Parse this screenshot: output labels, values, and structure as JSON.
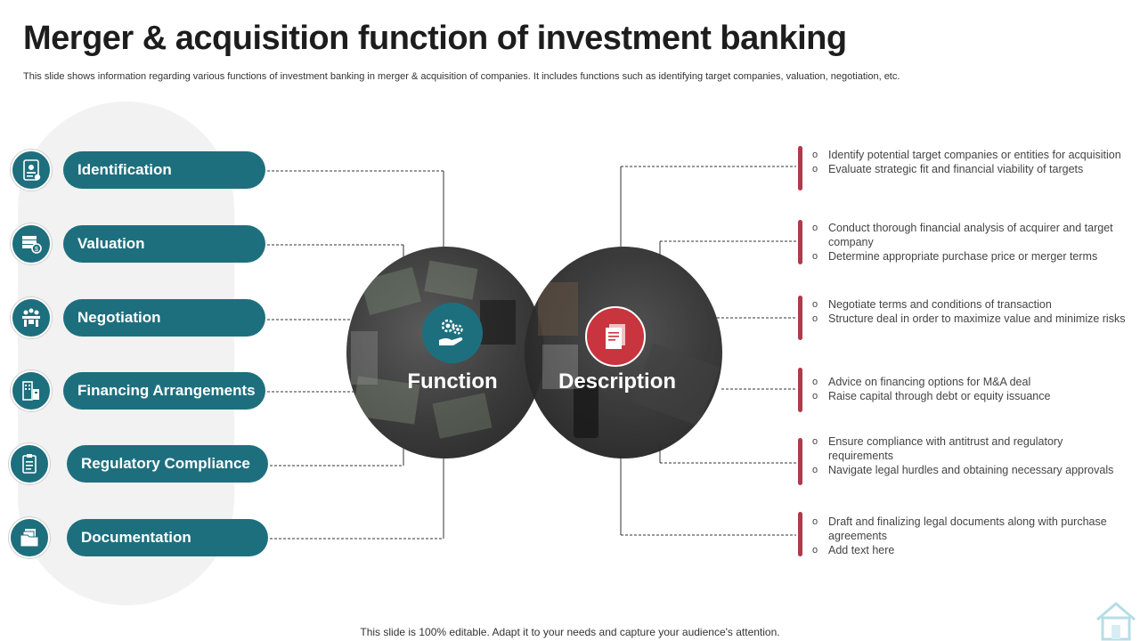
{
  "title": "Merger & acquisition function of investment banking",
  "subtitle": "This slide shows information regarding various functions of investment banking in merger & acquisition of companies. It includes functions such as identifying target companies, valuation, negotiation, etc.",
  "footer": "This slide is 100% editable. Adapt it to your needs and capture your audience's attention.",
  "colors": {
    "teal": "#1e6f7e",
    "red": "#b0394a",
    "badge_red": "#c8353f"
  },
  "functions": [
    {
      "label": "Identification",
      "icon": "id-badge-icon"
    },
    {
      "label": "Valuation",
      "icon": "money-stack-icon"
    },
    {
      "label": "Negotiation",
      "icon": "meeting-table-icon"
    },
    {
      "label": "Financing Arrangements",
      "icon": "building-finance-icon"
    },
    {
      "label": "Regulatory Compliance",
      "icon": "clipboard-checklist-icon"
    },
    {
      "label": "Documentation",
      "icon": "folder-documents-icon"
    }
  ],
  "center": {
    "left_label": "Function",
    "right_label": "Description",
    "left_icon": "gears-hand-icon",
    "right_icon": "documents-icon"
  },
  "descriptions": [
    {
      "items": [
        "Identify potential target companies or entities for acquisition",
        "Evaluate strategic fit and financial viability of targets"
      ]
    },
    {
      "items": [
        "Conduct thorough financial analysis of acquirer and target company",
        "Determine appropriate purchase price or merger terms"
      ]
    },
    {
      "items": [
        "Negotiate terms and conditions of transaction",
        "Structure deal in order to maximize value and minimize risks"
      ]
    },
    {
      "items": [
        "Advice on financing options for M&A deal",
        "Raise capital through debt or equity issuance"
      ]
    },
    {
      "items": [
        "Ensure compliance with antitrust and regulatory requirements",
        "Navigate legal hurdles and obtaining necessary approvals"
      ]
    },
    {
      "items": [
        "Draft and finalizing legal documents along with purchase agreements",
        "Add text here"
      ]
    }
  ]
}
